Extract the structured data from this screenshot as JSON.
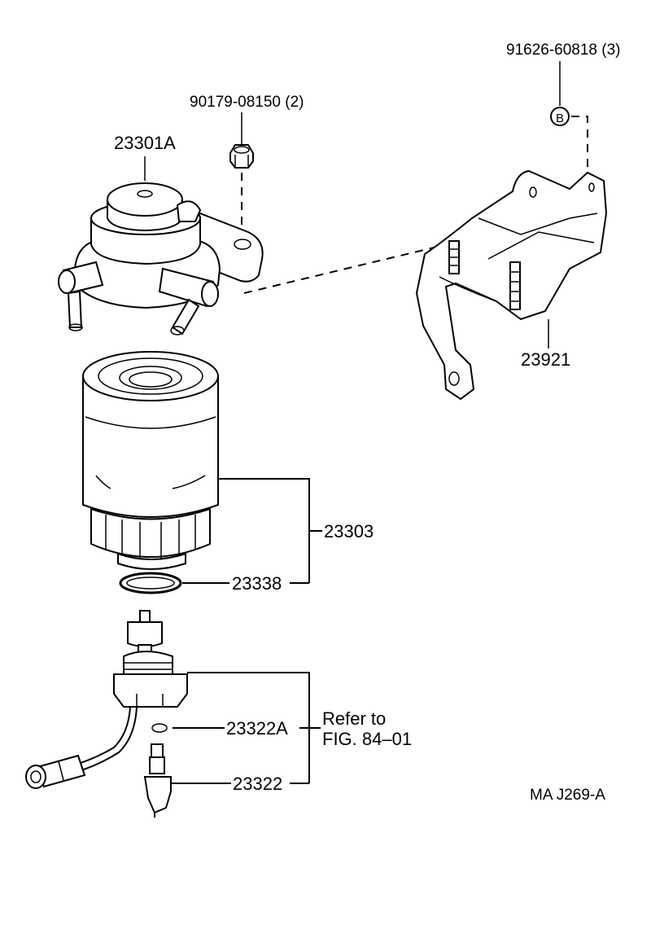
{
  "labels": {
    "screw_part": "91626-60818 (3)",
    "nut_part": "90179-08150 (2)",
    "body_part": "23301A",
    "bracket_part": "23921",
    "filter_part": "23303",
    "oring_part": "23338",
    "sensor_oring_part": "23322A",
    "sensor_part": "23322",
    "refer_line1": "Refer to",
    "refer_line2": "FIG. 84–01",
    "marker": "B",
    "diagram_code": "MA J269-A"
  }
}
